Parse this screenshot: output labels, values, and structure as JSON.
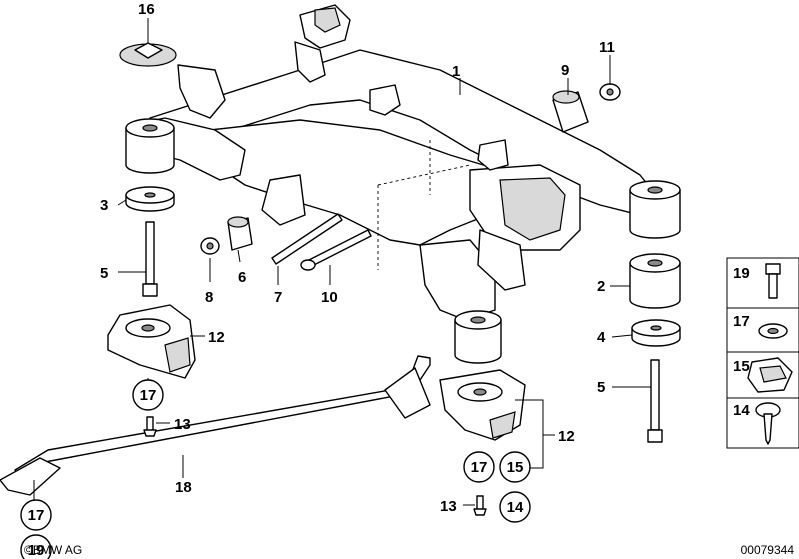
{
  "callouts": {
    "c1": "1",
    "c2": "2",
    "c3": "3",
    "c4": "4",
    "c5a": "5",
    "c5b": "5",
    "c7": "7",
    "c8": "8",
    "c6": "6",
    "c9": "9",
    "c10": "10",
    "c11": "11",
    "c12a": "12",
    "c12b": "12",
    "c13a": "13",
    "c13b": "13",
    "c16": "16",
    "c18": "18"
  },
  "circled": {
    "k17a": "17",
    "k17b": "17",
    "k17c": "17",
    "k15": "15",
    "k14": "14",
    "k19": "19"
  },
  "legend": [
    {
      "num": "19",
      "icon": "hex-bolt-icon"
    },
    {
      "num": "17",
      "icon": "washer-icon"
    },
    {
      "num": "15",
      "icon": "clip-nut-icon"
    },
    {
      "num": "14",
      "icon": "screw-with-washer-icon"
    }
  ],
  "footer": {
    "copyright": "©BMW AG",
    "diagram_number": "00079344"
  }
}
